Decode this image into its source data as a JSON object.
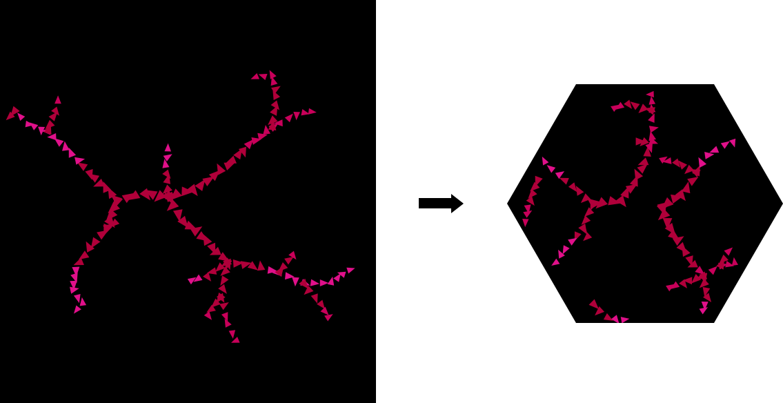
{
  "colors": {
    "left_panel_bg": "#000000",
    "hexagon_fill": "#000000",
    "page_bg": "#ffffff",
    "arrow": "#000000",
    "trunk": "#b0003a",
    "mid": "#c8005a",
    "tip": "#e0108a"
  },
  "panels": {
    "left": {
      "content": "branching-triangle-cluster"
    },
    "arrow": {
      "direction": "right"
    },
    "right": {
      "shape": "hexagon",
      "content": "tiled-branching-triangle-cluster"
    }
  }
}
